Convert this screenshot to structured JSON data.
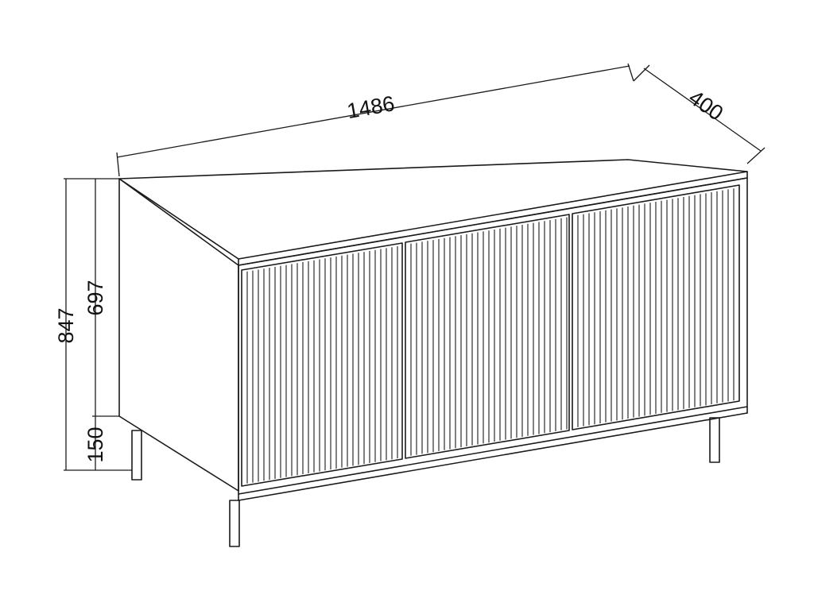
{
  "diagram": {
    "type": "technical dimension drawing",
    "units_shown": "none",
    "dimensions": {
      "width": "1486",
      "depth": "400",
      "total_height": "847",
      "body_height": "697",
      "leg_height": "150"
    },
    "doors": 3,
    "door_style": "vertical fluted",
    "legs": 4,
    "colors": {
      "line": "#1a1a1a",
      "background": "#ffffff"
    }
  }
}
